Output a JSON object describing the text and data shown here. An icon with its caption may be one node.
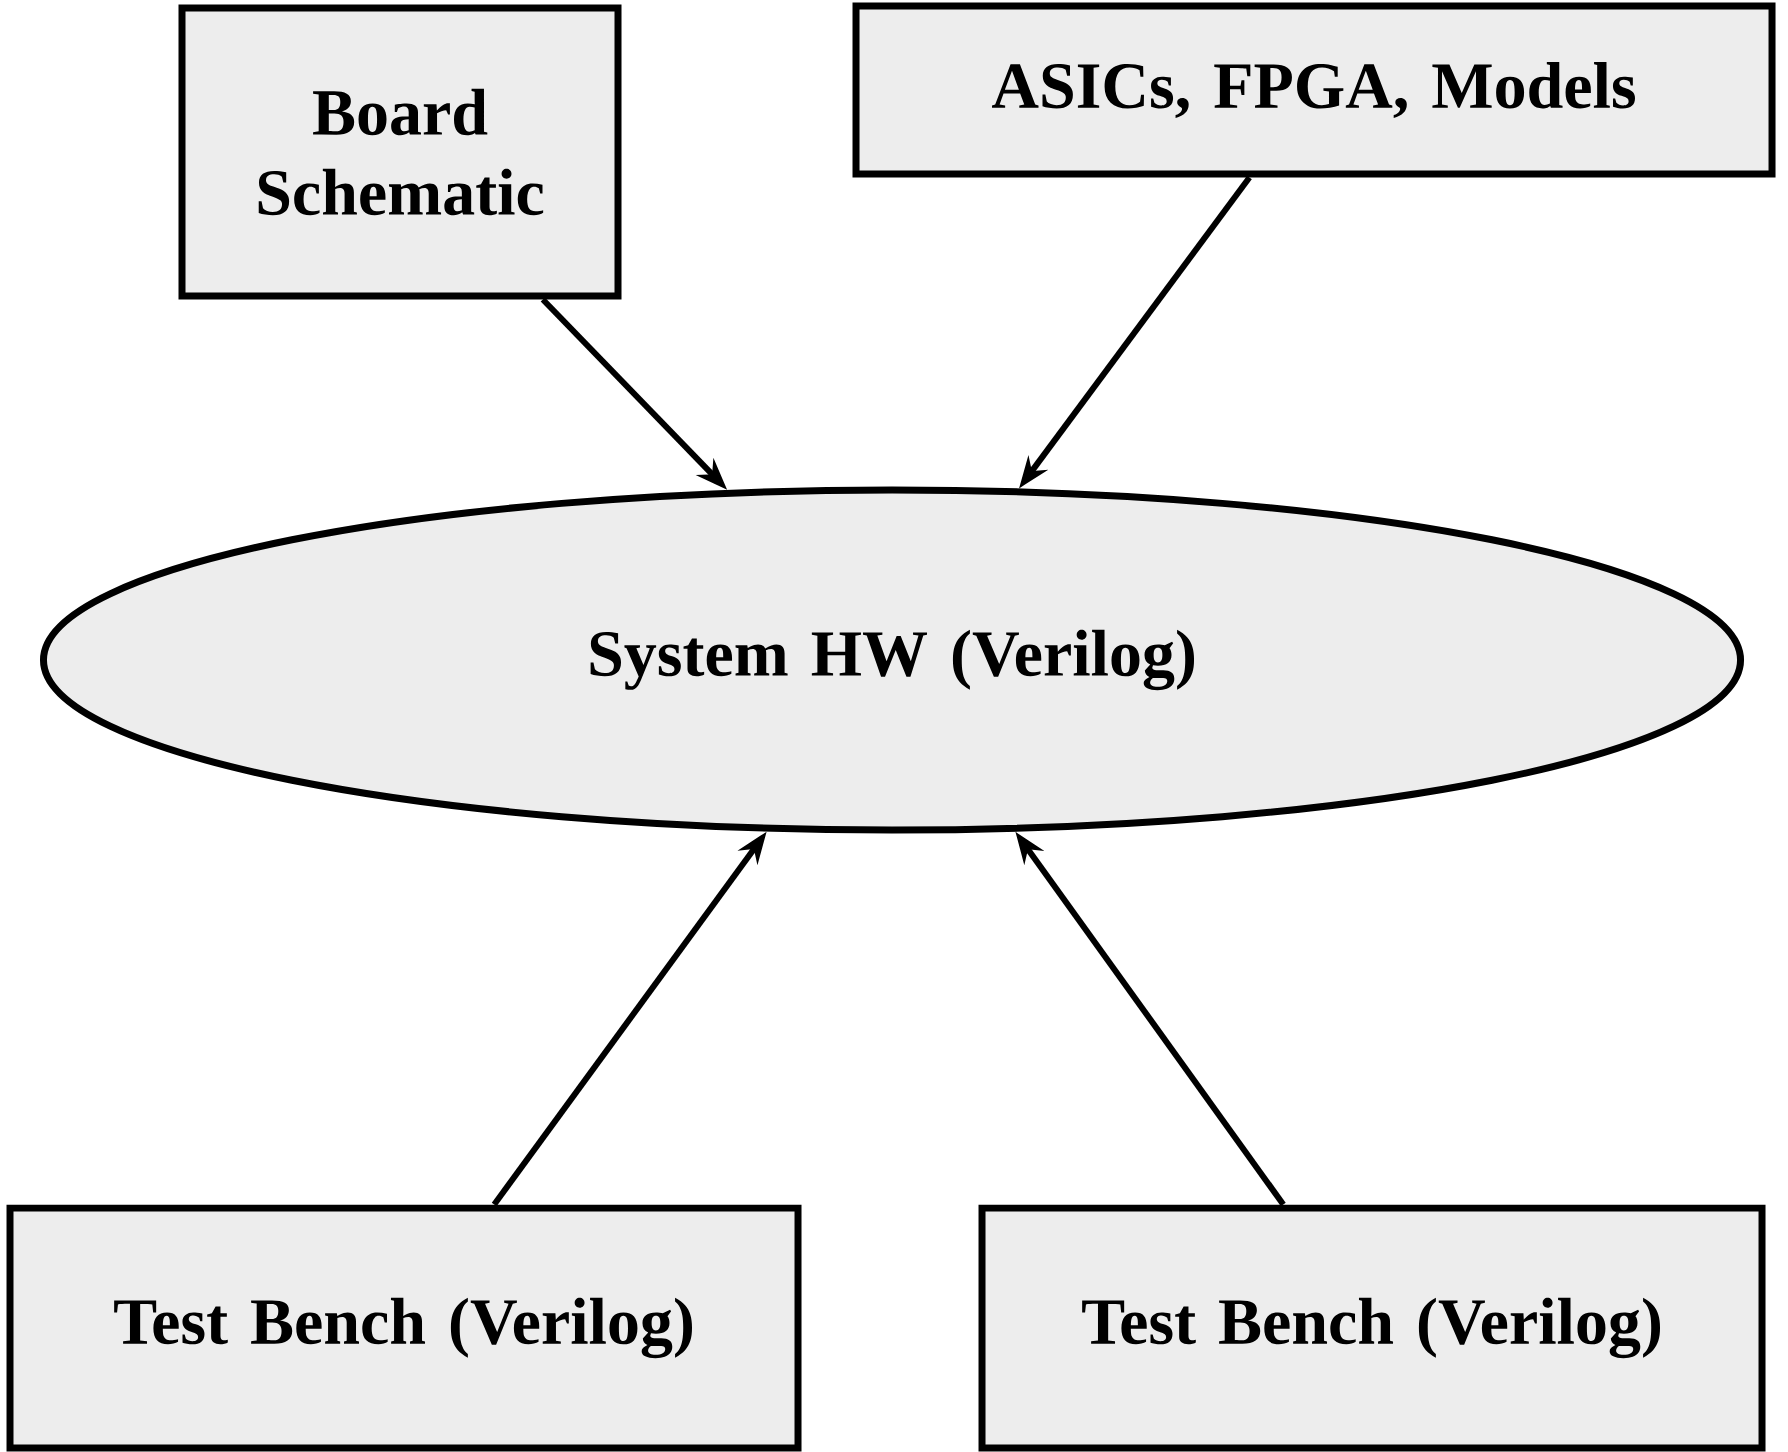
{
  "diagram": {
    "nodes": [
      {
        "text": [
          "Board Schematic"
        ]
      },
      {
        "text": [
          "ASICs, FPGA, Models"
        ]
      },
      {
        "text": [
          "System HW (Verilog)"
        ]
      },
      {
        "text": [
          "Test Bench (Verilog)"
        ]
      },
      {
        "text": [
          "Test Bench (Verilog)"
        ]
      }
    ],
    "edges": [
      {
        "from": 0,
        "to": 2,
        "arrow": "to"
      },
      {
        "from": 1,
        "to": 2,
        "arrow": "to"
      },
      {
        "from": 3,
        "to": 2,
        "arrow": "to"
      },
      {
        "from": 4,
        "to": 2,
        "arrow": "to"
      }
    ]
  }
}
